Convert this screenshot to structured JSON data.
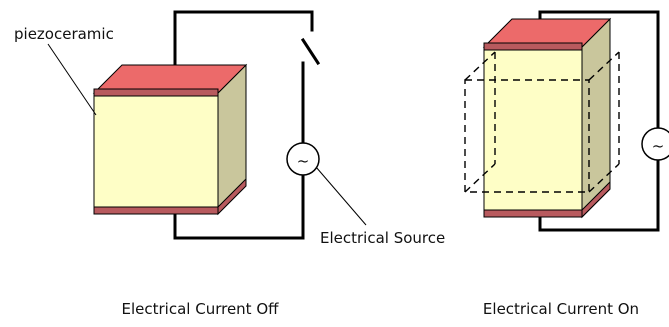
{
  "labels": {
    "material": "piezoceramic",
    "source": "Electrical Source"
  },
  "captions": {
    "off": "Electrical Current Off",
    "on": "Electrical Current On"
  },
  "source_symbol": "~",
  "colors": {
    "electrode_top": "#ec6a6a",
    "electrode_band": "#b85a5e",
    "ceramic_front": "#fefec6",
    "ceramic_side": "#c9c69c",
    "wire": "#000000"
  }
}
